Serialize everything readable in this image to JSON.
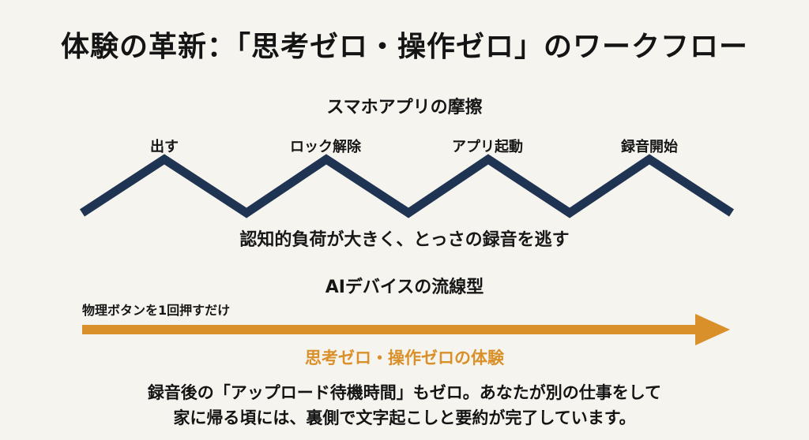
{
  "title": "体験の革新：「思考ゼロ・操作ゼロ」のワークフロー",
  "smartphone": {
    "heading": "スマホアプリの摩擦",
    "steps": [
      "出す",
      "ロック解除",
      "アプリ起動",
      "録音開始"
    ],
    "caption": "認知的負荷が大きく、とっさの録音を逃す",
    "color": "#1f3352"
  },
  "device": {
    "heading": "AIデバイスの流線型",
    "arrow_label": "物理ボタンを1回押すだけ",
    "highlight": "思考ゼロ・操作ゼロの体験",
    "color": "#d9902a"
  },
  "footer": {
    "line1": "録音後の「アップロード待機時間」もゼロ。あなたが別の仕事をして",
    "line2": "家に帰る頃には、裏側で文字起こしと要約が完了しています。"
  }
}
